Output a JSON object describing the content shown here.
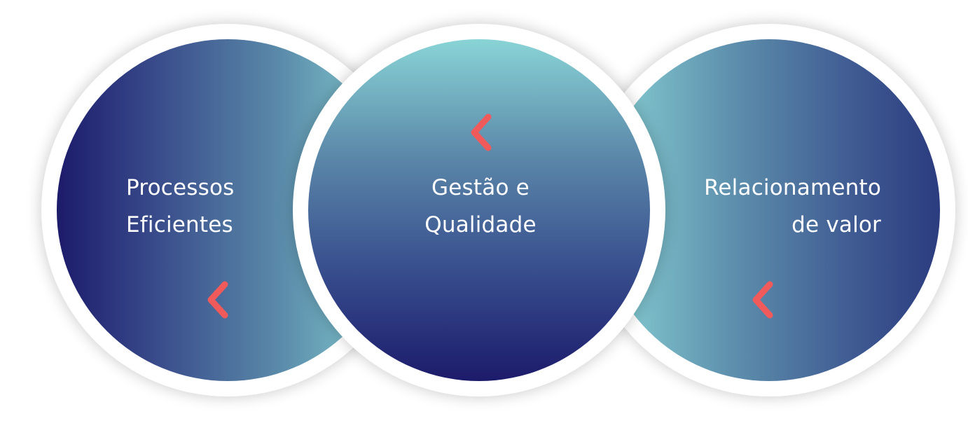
{
  "accent_color": "#f05a5a",
  "circles": [
    {
      "id": "left",
      "lines": [
        "Processos",
        "Eficientes"
      ],
      "icon": "chevron-left-icon"
    },
    {
      "id": "center",
      "lines": [
        "Gestão e",
        "Qualidade"
      ],
      "icon": "chevron-left-icon"
    },
    {
      "id": "right",
      "lines": [
        "Relacionamento",
        "de valor"
      ],
      "icon": "chevron-left-icon"
    }
  ]
}
